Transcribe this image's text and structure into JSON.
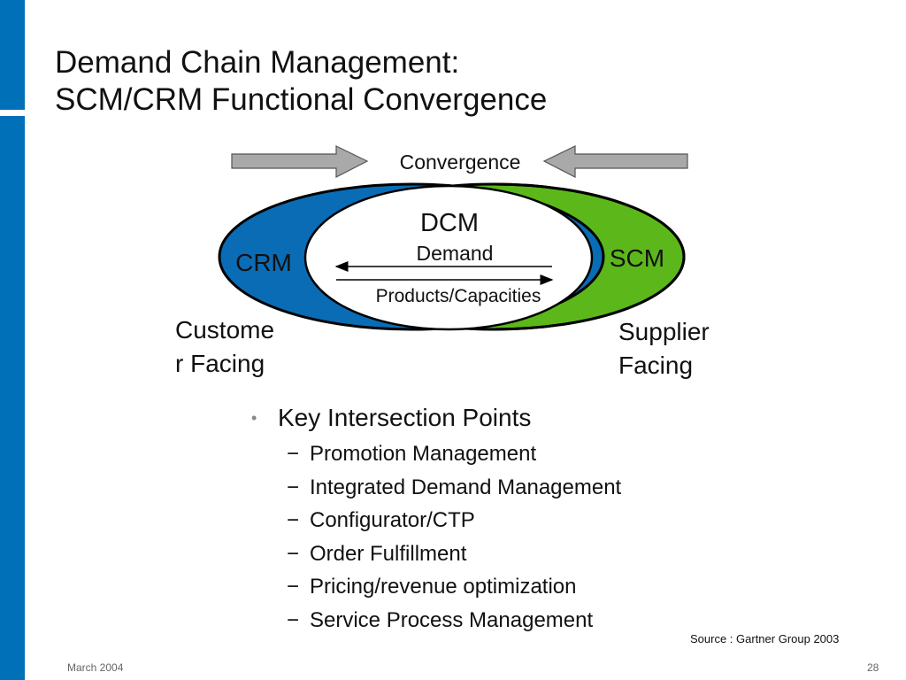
{
  "colors": {
    "sidebar": "#0070B8",
    "crm_fill": "#0A6CB5",
    "scm_fill": "#5CB81A",
    "dcm_fill": "#FFFFFF",
    "arrow_fill": "#A9A9A9",
    "outline": "#000000"
  },
  "slide": {
    "title_line1": "Demand Chain Management:",
    "title_line2": "SCM/CRM Functional Convergence"
  },
  "diagram": {
    "convergence_label": "Convergence",
    "crm_label": "CRM",
    "scm_label": "SCM",
    "dcm_label": "DCM",
    "demand_label": "Demand",
    "products_label": "Products/Capacities",
    "customer_label": "Custome\nr Facing",
    "supplier_label": "Supplier\nFacing",
    "left_arrow_icon": "right-arrow-icon",
    "right_arrow_icon": "left-arrow-icon"
  },
  "bullets": {
    "main": "Key Intersection Points",
    "items": [
      "Promotion Management",
      "Integrated Demand Management",
      "Configurator/CTP",
      "Order Fulfillment",
      "Pricing/revenue optimization",
      "Service Process Management"
    ]
  },
  "footer": {
    "source": "Source : Gartner Group 2003",
    "date": "March 2004",
    "page": "28"
  }
}
